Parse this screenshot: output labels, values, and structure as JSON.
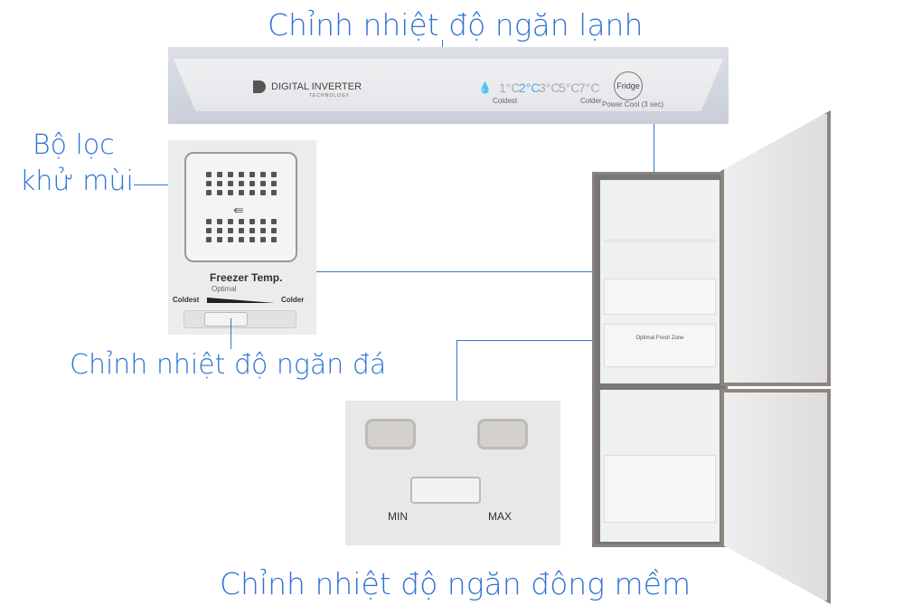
{
  "labels": {
    "fridge_control": "Chỉnh nhiệt độ ngăn lạnh",
    "deodorizer_line1": "Bộ lọc",
    "deodorizer_line2": "khử mùi",
    "freezer_control": "Chỉnh nhiệt độ ngăn đá",
    "soft_freeze_control": "Chỉnh nhiệt độ ngăn đông mềm"
  },
  "fridge_panel": {
    "brand": "DIGITAL INVERTER",
    "brand_sub": "TECHNOLOGY",
    "temps": [
      "1°C",
      "2°C",
      "3°C",
      "5°C",
      "7°C"
    ],
    "selected_temp": "2°C",
    "coldest": "Coldest",
    "colder": "Colder",
    "button": "Fridge",
    "button_caption": "Power Cool (3 sec)"
  },
  "freezer_panel": {
    "title": "Freezer Temp.",
    "optimal": "Optimal",
    "coldest": "Coldest",
    "colder": "Colder"
  },
  "soft_panel": {
    "min": "MIN",
    "max": "MAX"
  },
  "fridge_inside": {
    "zone_label": "Optimal Fresh Zone"
  },
  "colors": {
    "accent": "#2f73d6",
    "selected_temp": "#5aa8f0"
  }
}
